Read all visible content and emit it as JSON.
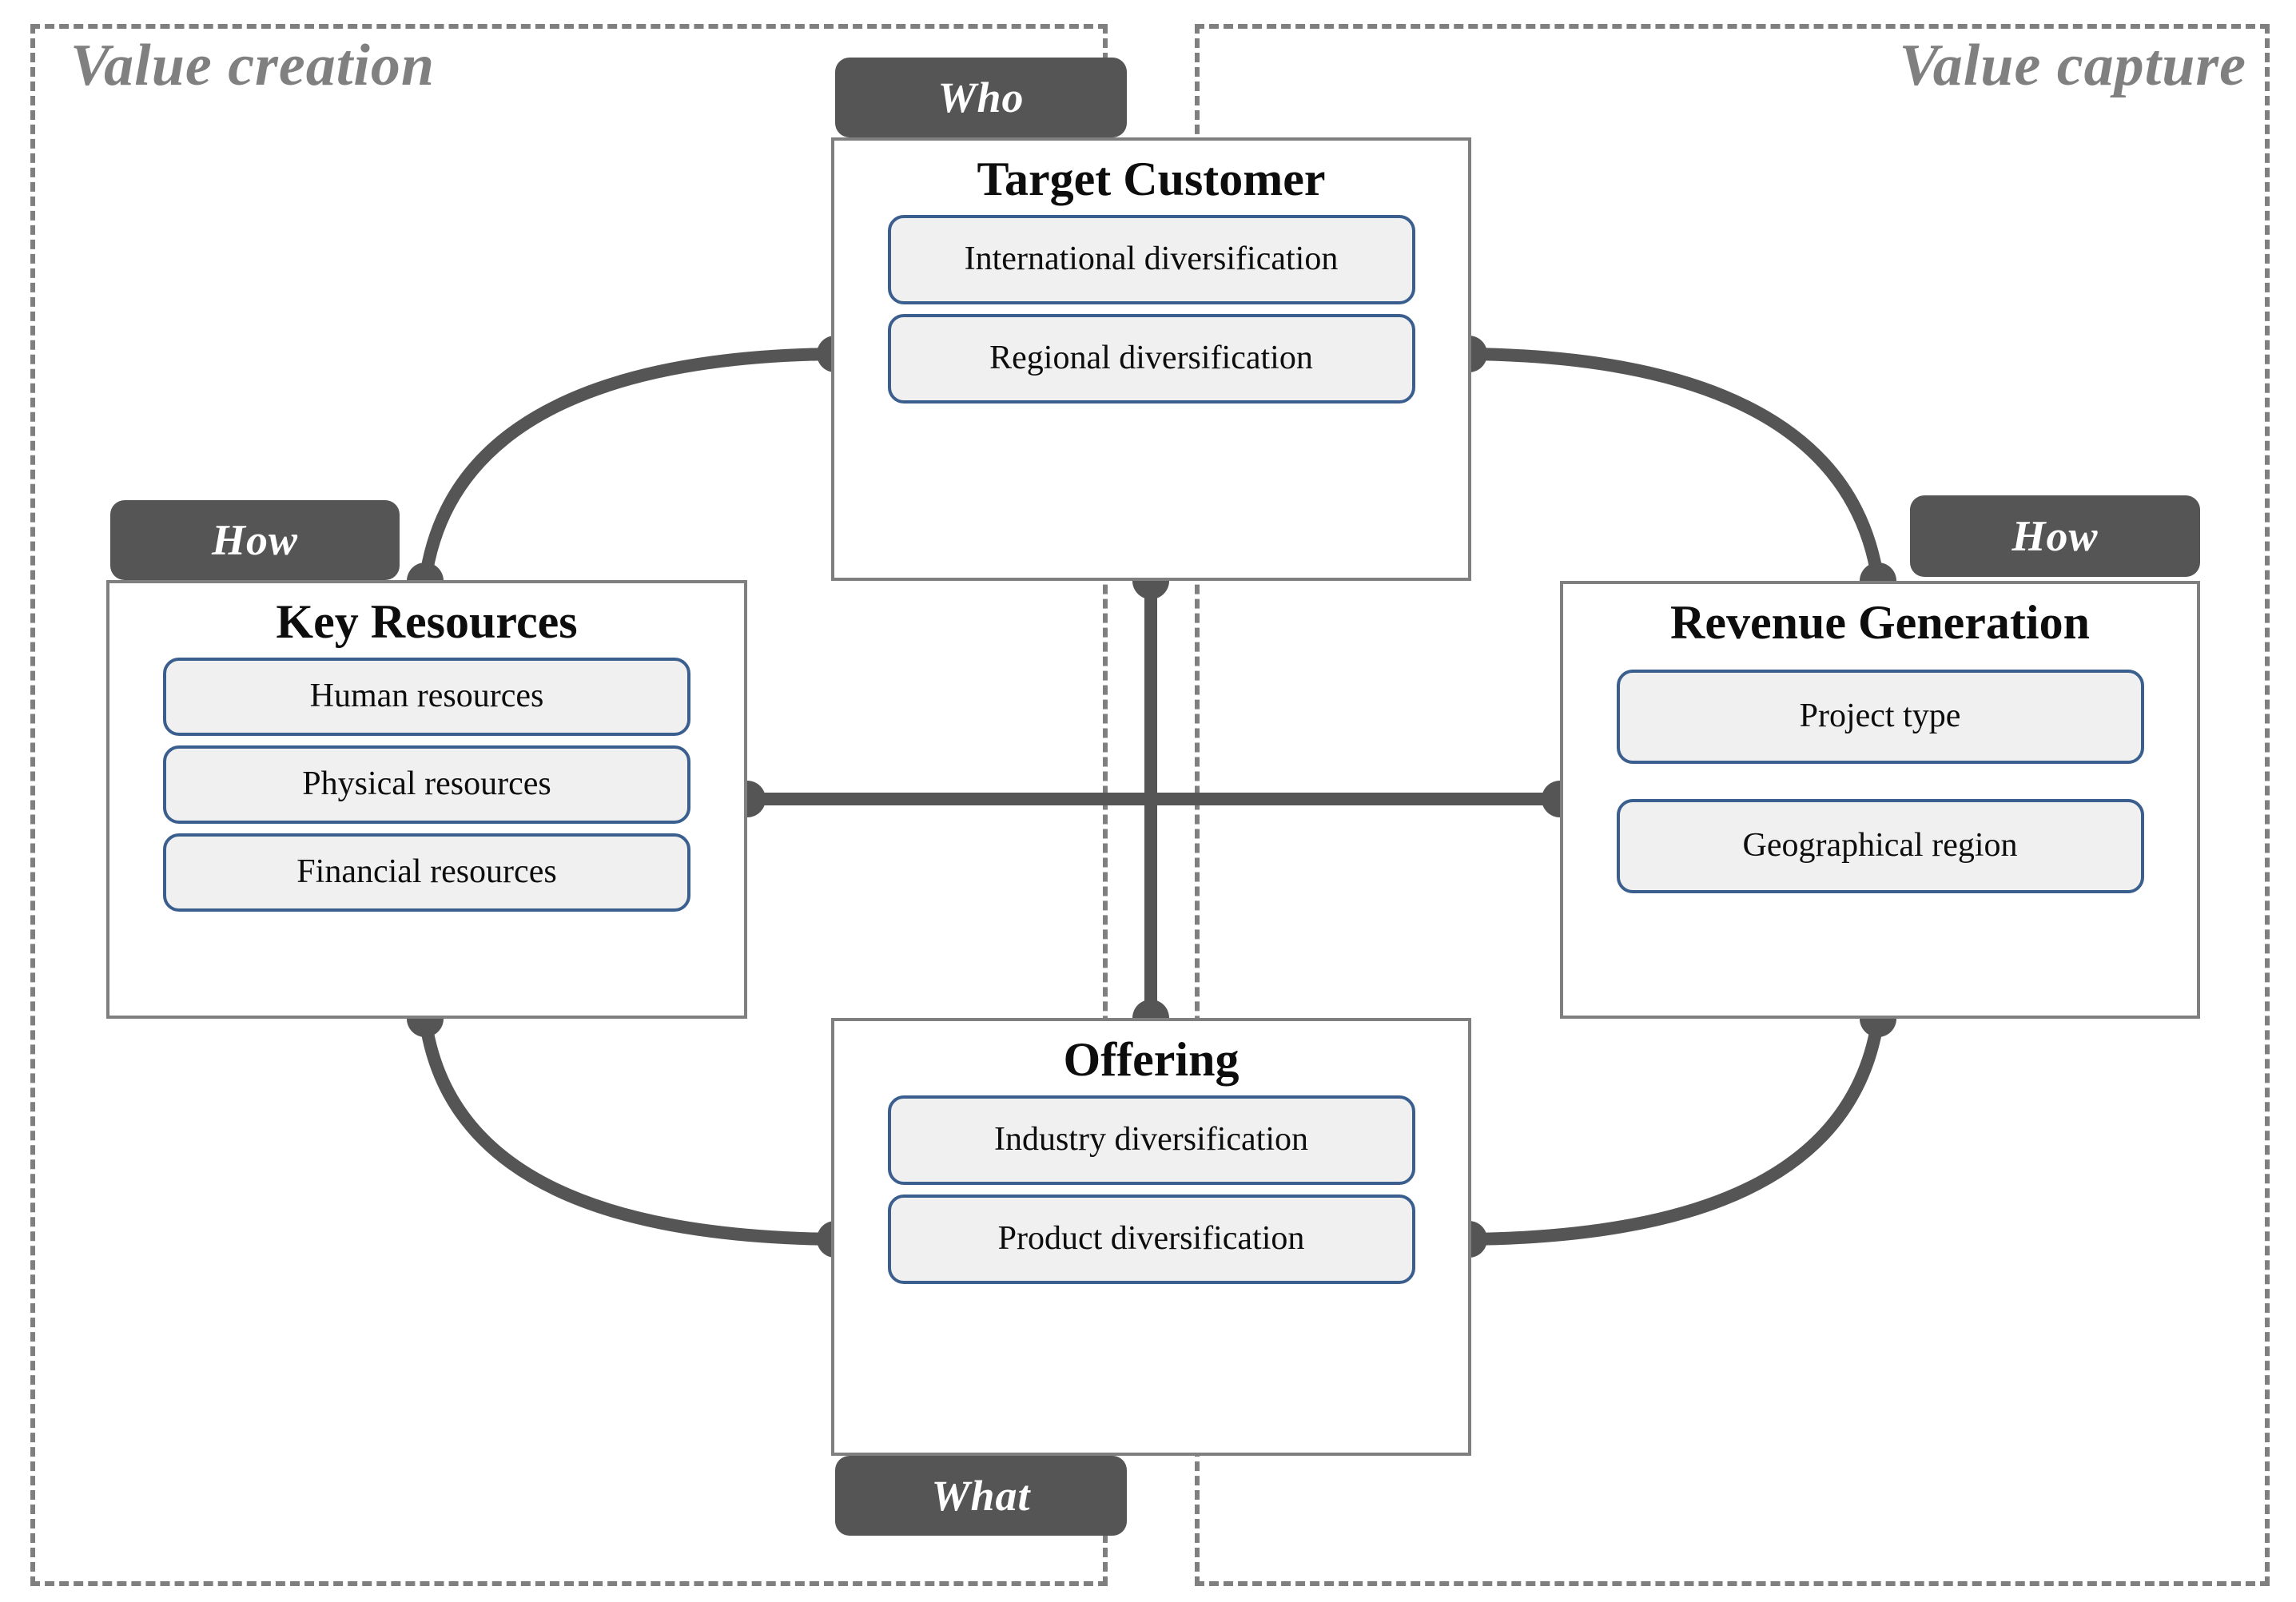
{
  "regions": [
    {
      "key": "value_creation",
      "label": "Value creation"
    },
    {
      "key": "value_capture",
      "label": "Value capture"
    }
  ],
  "tags": {
    "who": "Who",
    "how_left": "How",
    "how_right": "How",
    "what": "What"
  },
  "blocks": {
    "target_customer": {
      "title": "Target Customer",
      "tag": "Who",
      "items": [
        "International diversification",
        "Regional diversification"
      ]
    },
    "key_resources": {
      "title": "Key Resources",
      "tag": "How",
      "items": [
        "Human resources",
        "Physical resources",
        "Financial resources"
      ]
    },
    "revenue_generation": {
      "title": "Revenue Generation",
      "tag": "How",
      "items": [
        "Project type",
        "Geographical region"
      ]
    },
    "offering": {
      "title": "Offering",
      "tag": "What",
      "items": [
        "Industry diversification",
        "Product diversification"
      ]
    }
  },
  "colors": {
    "tag_background": "#555555",
    "tag_text": "#ffffff",
    "region_border": "#7f7f7f",
    "region_label": "#808080",
    "block_border": "#7f7f7f",
    "chip_border": "#3a5f8f",
    "chip_background": "#f0f0f0",
    "connector": "#555555",
    "title_text": "#0d0d0d"
  }
}
